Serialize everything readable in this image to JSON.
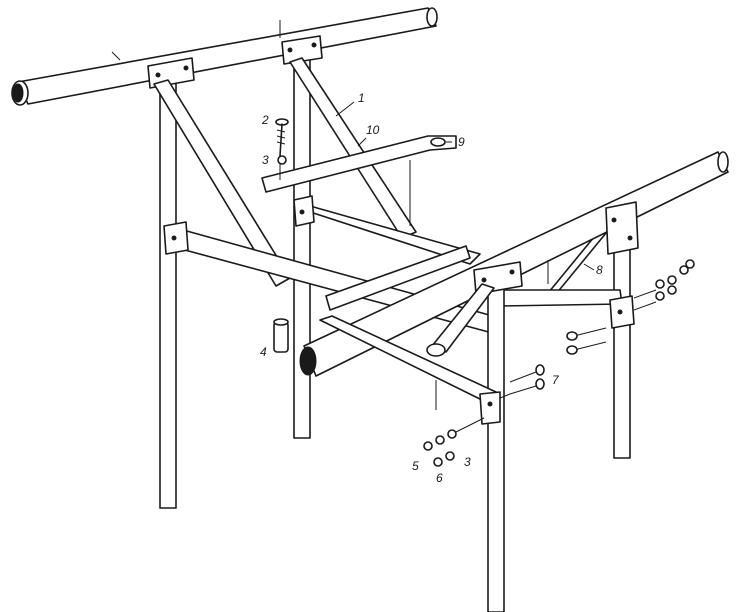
{
  "diagram": {
    "callouts": {
      "part_1": "1",
      "part_2": "2",
      "part_3_top": "3",
      "part_3_bottom": "3",
      "part_4": "4",
      "part_5": "5",
      "part_6": "6",
      "part_7": "7",
      "part_8": "8",
      "part_9": "9",
      "part_10": "10"
    },
    "colors": {
      "ink": "#1a1a1a",
      "paper": "#ffffff"
    }
  }
}
